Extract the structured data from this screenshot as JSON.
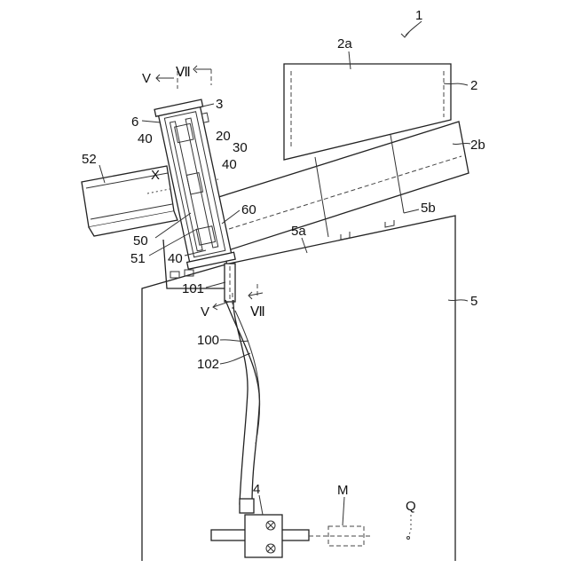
{
  "labels": {
    "n1": "1",
    "n2": "2",
    "n2a": "2a",
    "n2b": "2b",
    "n3": "3",
    "n4": "4",
    "n5": "5",
    "n5a": "5a",
    "n5b": "5b",
    "n6": "6",
    "n20": "20",
    "n30": "30",
    "n40a": "40",
    "n40b": "40",
    "n40c": "40",
    "n50": "50",
    "n51": "51",
    "n52": "52",
    "n60": "60",
    "n100": "100",
    "n101": "101",
    "n102": "102",
    "V_top": "V",
    "VII_top": "Ⅶ",
    "V_bot": "V",
    "VII_bot": "Ⅶ",
    "X": "X",
    "M": "M",
    "Q": "Q"
  }
}
